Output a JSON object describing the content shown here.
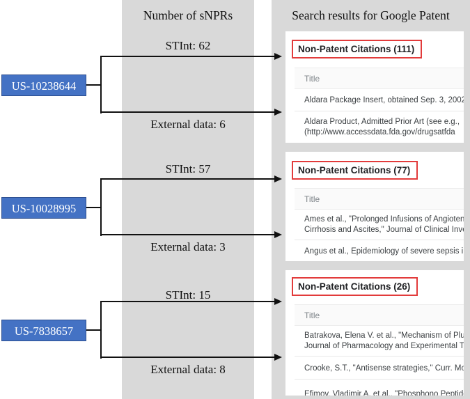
{
  "figure": {
    "columns": {
      "snpr_header": "Number of sNPRs",
      "search_header": "Search results for Google Patent"
    },
    "groups": [
      {
        "patent_id": "US-10238644",
        "stint": "STInt: 62",
        "external": "External data: 6",
        "panel": {
          "header": "Non-Patent Citations (111)",
          "title_col": "Title",
          "rows": [
            {
              "lines": [
                "Aldara Package Insert, obtained Sep. 3, 2002"
              ]
            },
            {
              "lines": [
                "Aldara Product, Admitted Prior Art (see e.g.,",
                "(http://www.accessdata.fda.gov/drugsatfda"
              ]
            }
          ]
        }
      },
      {
        "patent_id": "US-10028995",
        "stint": "STInt: 57",
        "external": "External data: 3",
        "panel": {
          "header": "Non-Patent Citations (77)",
          "title_col": "Title",
          "rows": [
            {
              "lines": [
                "Ames et al., \"Prolonged Infusions of Angiotens",
                "Cirrhosis and Ascites,\" Journal of Clinical Inve"
              ]
            },
            {
              "lines": [
                "Angus et al., Epidemiology of severe sepsis in"
              ]
            }
          ]
        }
      },
      {
        "patent_id": "US-7838657",
        "stint": "STInt: 15",
        "external": "External data: 8",
        "panel": {
          "header": "Non-Patent Citations (26)",
          "title_col": "Title",
          "rows": [
            {
              "lines": [
                "Batrakova, Elena V. et al., \"Mechanism of Pluroni",
                "Journal of Pharmacology and Experimental The"
              ]
            },
            {
              "lines": [
                "Crooke, S.T., \"Antisense strategies,\" Curr. Mol. M"
              ]
            },
            {
              "lines": [
                "Efimov, Vladimir A. et al., \"Phosphono Peptide N"
              ]
            }
          ]
        }
      }
    ],
    "colors": {
      "column_bg": "#d9d9d9",
      "patent_box_fill": "#4472c4",
      "patent_box_border": "#2c4d8e",
      "highlight_border": "#e23b3b",
      "arrow": "#111111"
    }
  }
}
